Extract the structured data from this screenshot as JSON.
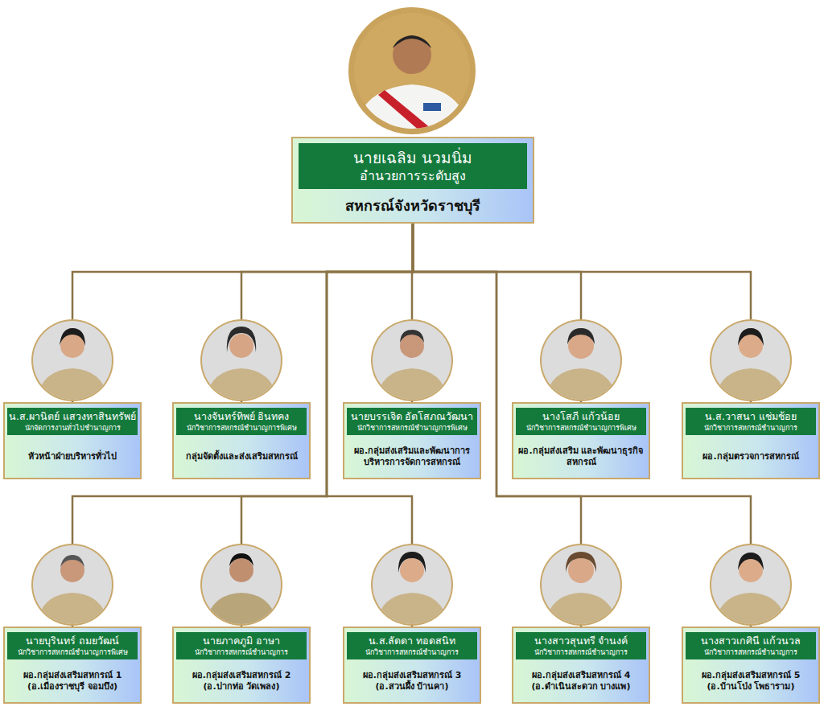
{
  "diagram": {
    "nodes": [
      {
        "text": [
          "นายเฉลิม นวมนิ่ม",
          "อำนวยการระดับสูง",
          "สหกรณ์จังหวัดราชบุรี"
        ]
      },
      {
        "text": [
          "น.ส.ผานิตย์ แสวงหาสินทรัพย์",
          "นักจัดการงานทั่วไปชำนาญการ",
          "หัวหน้าฝ่ายบริหารทั่วไป"
        ]
      },
      {
        "text": [
          "นางจันทร์ทิพย์ อินทคง",
          "นักวิชาการสหกรณ์ชำนาญการพิเศษ",
          "กลุ่มจัดตั้งและส่งเสริมสหกรณ์"
        ]
      },
      {
        "text": [
          "นายบรรเจิด อัตโสภณวัฒนา",
          "นักวิชาการสหกรณ์ชำนาญการพิเศษ",
          "ผอ.กลุ่มส่งเสริมและพัฒนาการ บริหารการจัดการสหกรณ์"
        ]
      },
      {
        "text": [
          "นางโสภี แก้วน้อย",
          "นักวิชาการสหกรณ์ชำนาญการพิเศษ",
          "ผอ.กลุ่มส่งเสริม และพัฒนาธุรกิจสหกรณ์"
        ]
      },
      {
        "text": [
          "น.ส.วาสนา แช่มช้อย",
          "นักวิชาการสหกรณ์ชำนาญการ",
          "ผอ.กลุ่มตรวจการสหกรณ์"
        ]
      },
      {
        "text": [
          "นายบุรินทร์ ถมยวัฒน์",
          "นักวิชาการสหกรณ์ชำนาญการพิเศษ",
          "ผอ.กลุ่มส่งเสริมสหกรณ์ 1 (อ.เมืองราชบุรี จอมบึง)"
        ]
      },
      {
        "text": [
          "นายภาคภูมิ อาษา",
          "นักวิชาการสหกรณ์ชำนาญการ",
          "ผอ.กลุ่มส่งเสริมสหกรณ์ 2 (อ.ปากท่อ วัดเพลง)"
        ]
      },
      {
        "text": [
          "น.ส.ลัดดา ทอดสนิท",
          "นักวิชาการสหกรณ์ชำนาญการ",
          "ผอ.กลุ่มส่งเสริมสหกรณ์ 3 (อ.สวนผึ้ง บ้านคา)"
        ]
      },
      {
        "text": [
          "นางสาวสุนทรี จำนงค์",
          "นักวิชาการสหกรณ์ชำนาญการ",
          "ผอ.กลุ่มส่งเสริมสหกรณ์ 4 (อ.ดำเนินสะดวก บางแพ)"
        ]
      },
      {
        "text": [
          "นางสาวเกศินี แก้วนวล",
          "นักวิชาการสหกรณ์ชำนาญการ",
          "ผอ.กลุ่มส่งเสริมสหกรณ์ 5 (อ.บ้านโป่ง โพธาราม)"
        ]
      }
    ],
    "edges": [
      {
        "from": 0,
        "to": 1,
        "arrow": "none"
      },
      {
        "from": 0,
        "to": 2,
        "arrow": "none"
      },
      {
        "from": 0,
        "to": 3,
        "arrow": "none"
      },
      {
        "from": 0,
        "to": 4,
        "arrow": "none"
      },
      {
        "from": 0,
        "to": 5,
        "arrow": "none"
      },
      {
        "from": 0,
        "to": 6,
        "arrow": "none"
      },
      {
        "from": 0,
        "to": 7,
        "arrow": "none"
      },
      {
        "from": 0,
        "to": 8,
        "arrow": "none"
      },
      {
        "from": 0,
        "to": 9,
        "arrow": "none"
      },
      {
        "from": 0,
        "to": 10,
        "arrow": "none"
      }
    ]
  }
}
